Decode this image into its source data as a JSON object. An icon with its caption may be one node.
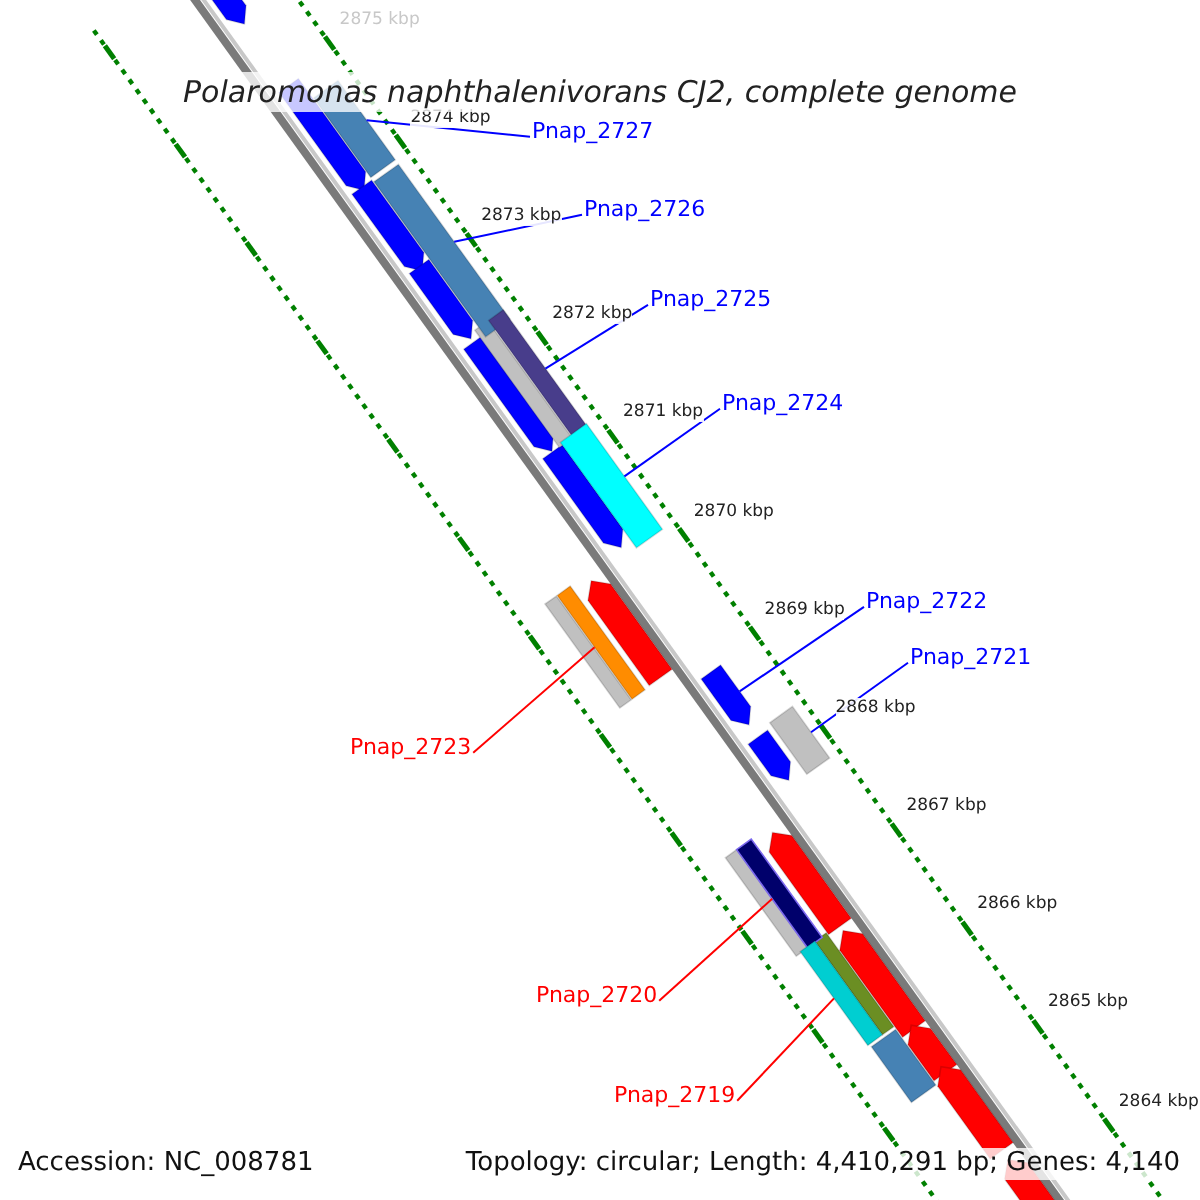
{
  "diagram": {
    "title": "Polaromonas naphthalenivorans CJ2, complete genome",
    "nodes": [
      {
        "text": [
          "Pnap_2727"
        ]
      },
      {
        "text": [
          "Pnap_2726"
        ]
      },
      {
        "text": [
          "Pnap_2725"
        ]
      },
      {
        "text": [
          "Pnap_2724"
        ]
      },
      {
        "text": [
          "Pnap_2722"
        ]
      },
      {
        "text": [
          "Pnap_2721"
        ]
      },
      {
        "text": [
          "Pnap_2723"
        ]
      },
      {
        "text": [
          "Pnap_2720"
        ]
      },
      {
        "text": [
          "Pnap_2719"
        ]
      },
      {
        "text": [],
        "shape": "bar"
      },
      {
        "text": [],
        "shape": "bar"
      },
      {
        "text": [],
        "shape": "bar"
      },
      {
        "text": [],
        "shape": "bar"
      },
      {
        "text": [],
        "shape": "arrow"
      },
      {
        "text": [],
        "shape": "bar"
      },
      {
        "text": [],
        "shape": "bar"
      },
      {
        "text": [],
        "shape": "bar"
      },
      {
        "text": [],
        "shape": "bar"
      }
    ],
    "edges": [
      {
        "from": 0,
        "to": 9,
        "arrow": "none"
      },
      {
        "from": 1,
        "to": 10,
        "arrow": "none"
      },
      {
        "from": 2,
        "to": 11,
        "arrow": "none"
      },
      {
        "from": 3,
        "to": 12,
        "arrow": "none"
      },
      {
        "from": 4,
        "to": 13,
        "arrow": "none"
      },
      {
        "from": 5,
        "to": 14,
        "arrow": "none"
      },
      {
        "from": 6,
        "to": 15,
        "arrow": "none",
        "color": "#ff0000"
      },
      {
        "from": 7,
        "to": 16,
        "arrow": "none",
        "color": "#ff0000"
      },
      {
        "from": 8,
        "to": 17,
        "arrow": "none",
        "color": "#ff0000"
      }
    ],
    "labels": [
      "2875 kbp",
      "2874 kbp",
      "2873 kbp",
      "2872 kbp",
      "2871 kbp",
      "2870 kbp",
      "2869 kbp",
      "2868 kbp",
      "2867 kbp",
      "2866 kbp",
      "2865 kbp",
      "2864 kbp",
      "Accession: NC_008781",
      "Topology: circular; Length: 4,410,291 bp; Genes: 4,140"
    ]
  }
}
